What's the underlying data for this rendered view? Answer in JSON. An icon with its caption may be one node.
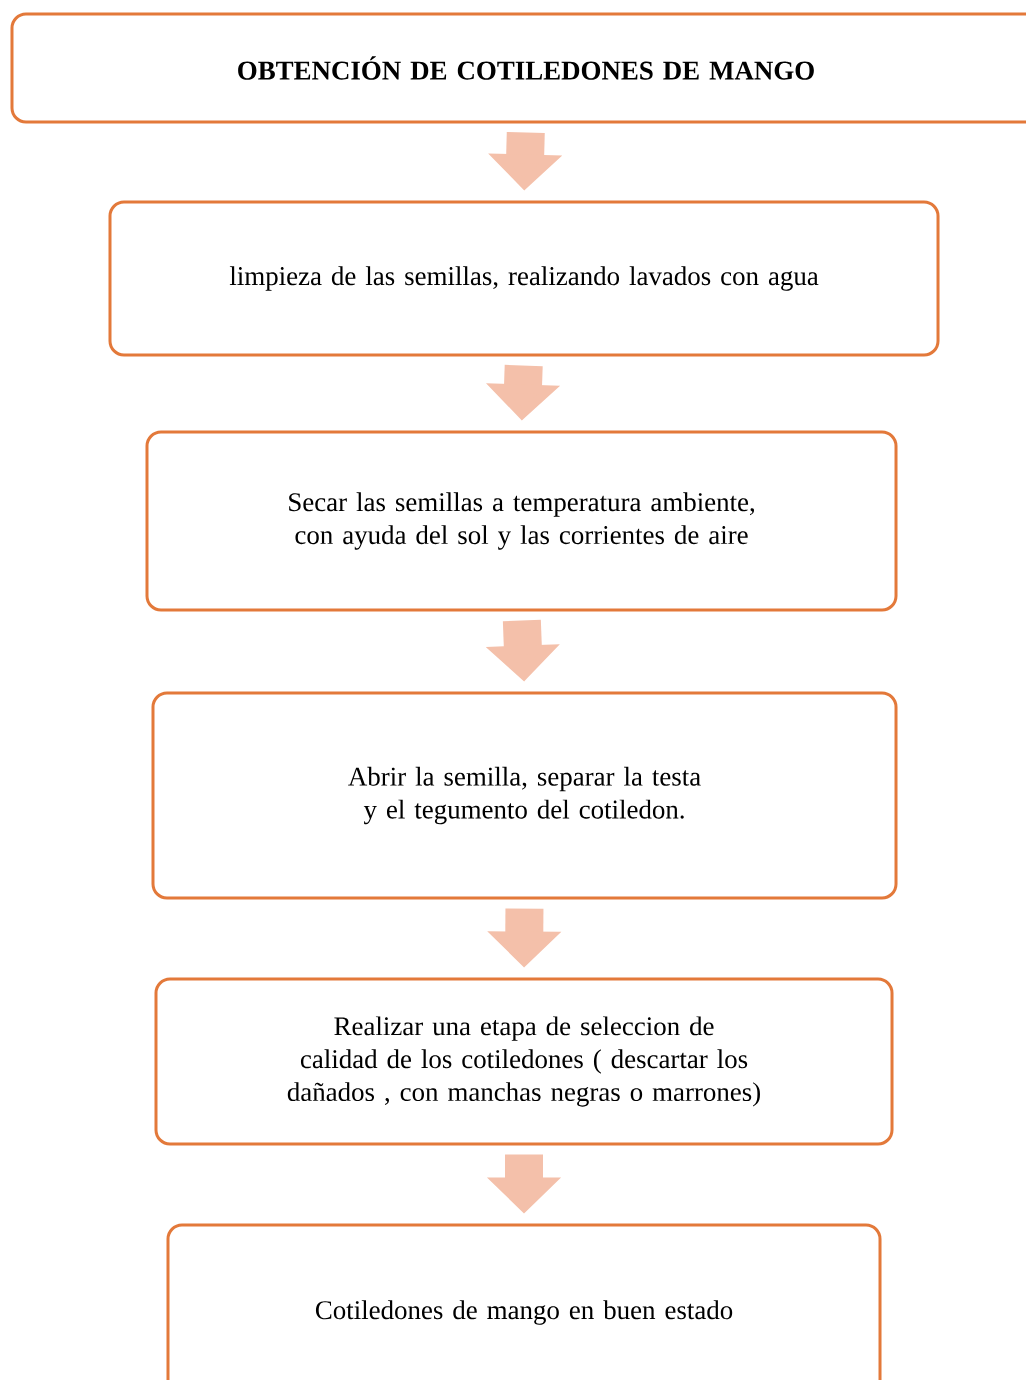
{
  "diagram": {
    "nodes": [
      {
        "text": [
          "**OBTENCIÓN DE COTILEDONES DE MANGO**"
        ]
      },
      {
        "text": [
          "limpieza de las semillas, realizando lavados con agua"
        ]
      },
      {
        "text": [
          "Secar las semillas a temperatura ambiente, con ayuda del sol y  las corrientes de aire"
        ]
      },
      {
        "text": [
          "Abrir la semilla, separar  la testa y el tegumento del cotiledon."
        ]
      },
      {
        "text": [
          "Realizar una etapa de seleccion de calidad de los cotiledones ( descartar los dañados , con manchas negras o marrones)"
        ]
      },
      {
        "text": [
          "Cotiledones de mango en buen estado"
        ]
      }
    ],
    "edges": [
      {
        "from": 0,
        "to": 1,
        "arrow": "to"
      },
      {
        "from": 1,
        "to": 2,
        "arrow": "to"
      },
      {
        "from": 2,
        "to": 3,
        "arrow": "to"
      },
      {
        "from": 3,
        "to": 4,
        "arrow": "to"
      },
      {
        "from": 4,
        "to": 5,
        "arrow": "to"
      }
    ]
  }
}
